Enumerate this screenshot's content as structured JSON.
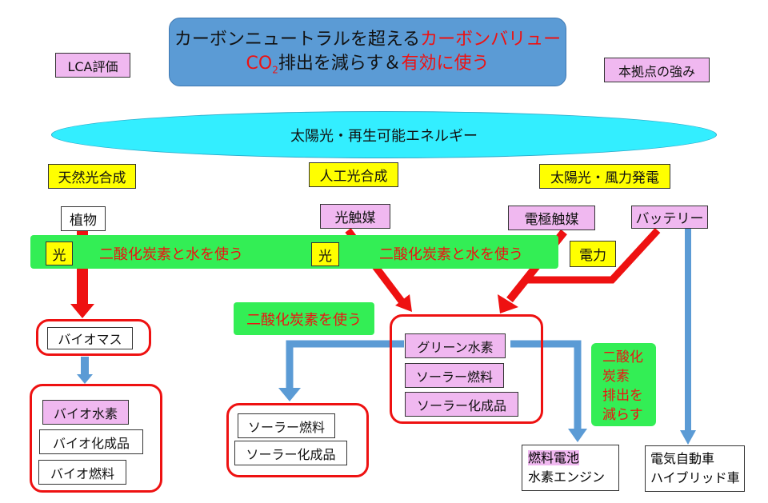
{
  "title": {
    "line1_black": "カーボンニュートラルを超える",
    "line1_red": "カーボンバリュー",
    "line2_co": "CO",
    "line2_sub": "2",
    "line2_rest": "排出を減らす＆",
    "line2_red": "有効に使う"
  },
  "lca_label": "LCA評価",
  "strength_label": "本拠点の強み",
  "energy_ellipse": "太陽光・再生可能エネルギー",
  "categories": {
    "natural": "天然光合成",
    "artificial": "人工光合成",
    "power": "太陽光・風力発電"
  },
  "sources": {
    "plant": "植物",
    "photocatalyst": "光触媒",
    "electrode": "電極触媒",
    "battery": "バッテリー"
  },
  "band": {
    "light1": "光",
    "text1": "二酸化炭素と水を使う",
    "light2": "光",
    "text2": "二酸化炭素と水を使う",
    "power": "電力"
  },
  "co2_use": "二酸化炭素を使う",
  "co2_reduce": [
    "二酸化",
    "炭素",
    "排出を",
    "減らす"
  ],
  "biomass": "バイオマス",
  "bio_products": [
    "バイオ水素",
    "バイオ化成品",
    "バイオ燃料"
  ],
  "green_group": [
    "グリーン水素",
    "ソーラー燃料",
    "ソーラー化成品"
  ],
  "solar_products": [
    "ソーラー燃料",
    "ソーラー化成品"
  ],
  "fuel_cell": {
    "line1": "燃料電池",
    "line2": "水素エンジン"
  },
  "vehicles": {
    "line1": "電気自動車",
    "line2": "ハイブリッド車"
  },
  "colors": {
    "red_text": "#ee1111",
    "title_blue": "#5b9bd5",
    "ellipse_cyan": "#33eeff",
    "arrow_blue": "#5b9bd5"
  }
}
